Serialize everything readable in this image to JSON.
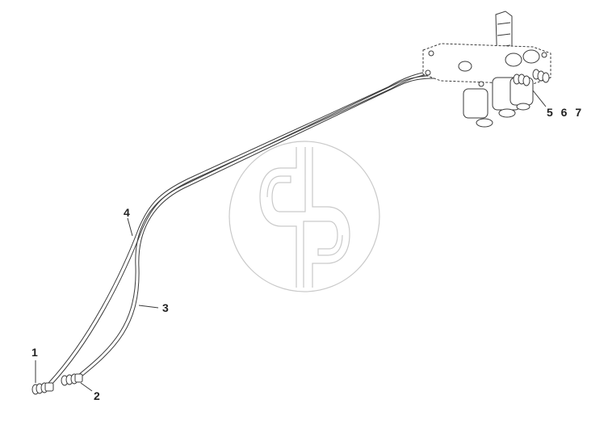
{
  "callouts": {
    "part_1": "1",
    "part_2": "2",
    "part_3": "3",
    "part_4": "4",
    "parts_5_6_7": "5 6 7"
  },
  "colors": {
    "line": "#3a3a3a",
    "watermark": "#c9c9c9",
    "background": "#ffffff"
  },
  "icons": {
    "watermark": "cg-circle-logo-watermark"
  }
}
